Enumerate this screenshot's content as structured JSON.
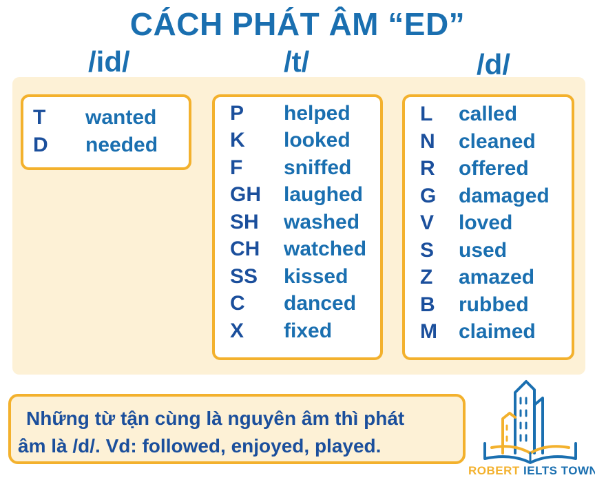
{
  "title": "CÁCH PHÁT ÂM “ED”",
  "columns": [
    {
      "heading": "/id/",
      "rows": [
        {
          "letter": "T",
          "word": "wanted"
        },
        {
          "letter": "D",
          "word": "needed"
        }
      ]
    },
    {
      "heading": "/t/",
      "rows": [
        {
          "letter": "P",
          "word": "helped"
        },
        {
          "letter": "K",
          "word": "looked"
        },
        {
          "letter": "F",
          "word": "sniffed"
        },
        {
          "letter": "GH",
          "word": "laughed"
        },
        {
          "letter": "SH",
          "word": "washed"
        },
        {
          "letter": "CH",
          "word": "watched"
        },
        {
          "letter": "SS",
          "word": "kissed"
        },
        {
          "letter": "C",
          "word": "danced"
        },
        {
          "letter": "X",
          "word": "fixed"
        }
      ]
    },
    {
      "heading": "/d/",
      "rows": [
        {
          "letter": "L",
          "word": "called"
        },
        {
          "letter": "N",
          "word": "cleaned"
        },
        {
          "letter": "R",
          "word": "offered"
        },
        {
          "letter": "G",
          "word": "damaged"
        },
        {
          "letter": "V",
          "word": "loved"
        },
        {
          "letter": "S",
          "word": "used"
        },
        {
          "letter": "Z",
          "word": "amazed"
        },
        {
          "letter": "B",
          "word": "rubbed"
        },
        {
          "letter": "M",
          "word": "claimed"
        }
      ]
    }
  ],
  "note": {
    "line1": "Những từ tận cùng là nguyên âm thì phát",
    "line2": "âm là /d/. Vd: followed, enjoyed, played."
  },
  "logo": {
    "icon": "building-book-icon",
    "part1": "ROBERT",
    "part2": "IELTS TOWN"
  },
  "colors": {
    "blue": "#1a6fb0",
    "dark_blue": "#1b4f9c",
    "orange": "#f3b12d",
    "panel": "#fdf1d6"
  }
}
